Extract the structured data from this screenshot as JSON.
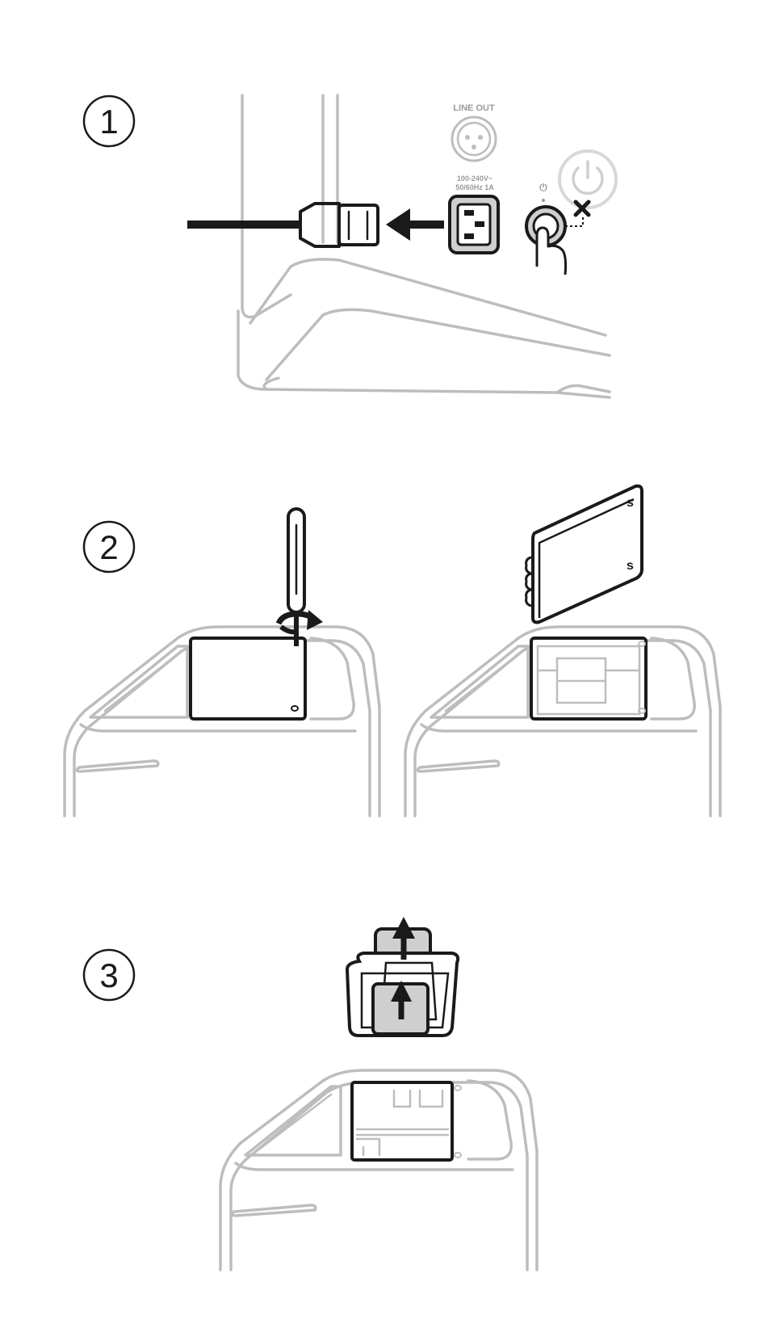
{
  "steps": [
    {
      "number": "1"
    },
    {
      "number": "2"
    },
    {
      "number": "3"
    }
  ],
  "port_labels": {
    "line_out": "LINE OUT",
    "power_rating_line1": "100-240V~",
    "power_rating_line2": "50/60Hz 1A",
    "power_symbol": "⏻"
  },
  "colors": {
    "outline_light": "#bdbdbd",
    "outline_dark": "#1a1a1a",
    "fill_gray": "#cfcfcf"
  }
}
